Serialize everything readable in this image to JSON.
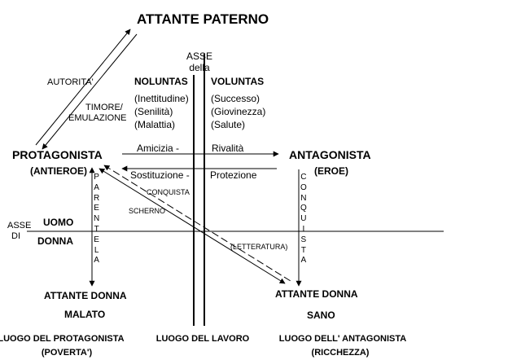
{
  "title_top": "ATTANTE PATERNO",
  "asse_della": {
    "line1": "ASSE",
    "line2": "della"
  },
  "noluntas": {
    "title": "NOLUNTAS",
    "items": [
      "(Inettitudine)",
      "(Senilità)",
      "(Malattia)"
    ]
  },
  "voluntas": {
    "title": "VOLUNTAS",
    "items": [
      "(Successo)",
      "(Giovinezza)",
      "(Salute)"
    ]
  },
  "autorita": "AUTORITA'",
  "timore": {
    "line1": "TIMORE/",
    "line2": "EMULAZIONE"
  },
  "protagonista": {
    "name": "PROTAGONISTA",
    "sub": "(ANTIEROE)"
  },
  "antagonista": {
    "name": "ANTAGONISTA",
    "sub": "(EROE)"
  },
  "amicizia": "Amicizia -",
  "rivalita": "Rivalità",
  "sostituzione": "Sostituzione -",
  "protezione": "Protezione",
  "parentela": [
    "P",
    "A",
    "R",
    "E",
    "N",
    "T",
    "E",
    "L",
    "A"
  ],
  "conquista_vertical": [
    "C",
    "O",
    "N",
    "Q",
    "U",
    "I",
    "S",
    "T",
    "A"
  ],
  "conquista": "CONQUISTA",
  "scherno": "SCHERNO",
  "letteratura": "(LETTERATURA)",
  "asse_di": {
    "line1": "ASSE",
    "line2": "DI"
  },
  "uomo": "UOMO",
  "donna": "DONNA",
  "attante_donna_left": {
    "name": "ATTANTE DONNA",
    "sub": "MALATO"
  },
  "attante_donna_right": {
    "name": "ATTANTE DONNA",
    "sub": "SANO"
  },
  "luoghi": {
    "protagonista": {
      "line1": "LUOGO DEL PROTAGONISTA",
      "line2": "(POVERTA')"
    },
    "lavoro": "LUOGO DEL LAVORO",
    "antagonista": {
      "line1": "LUOGO DELL' ANTAGONISTA",
      "line2": "(RICCHEZZA)"
    }
  }
}
